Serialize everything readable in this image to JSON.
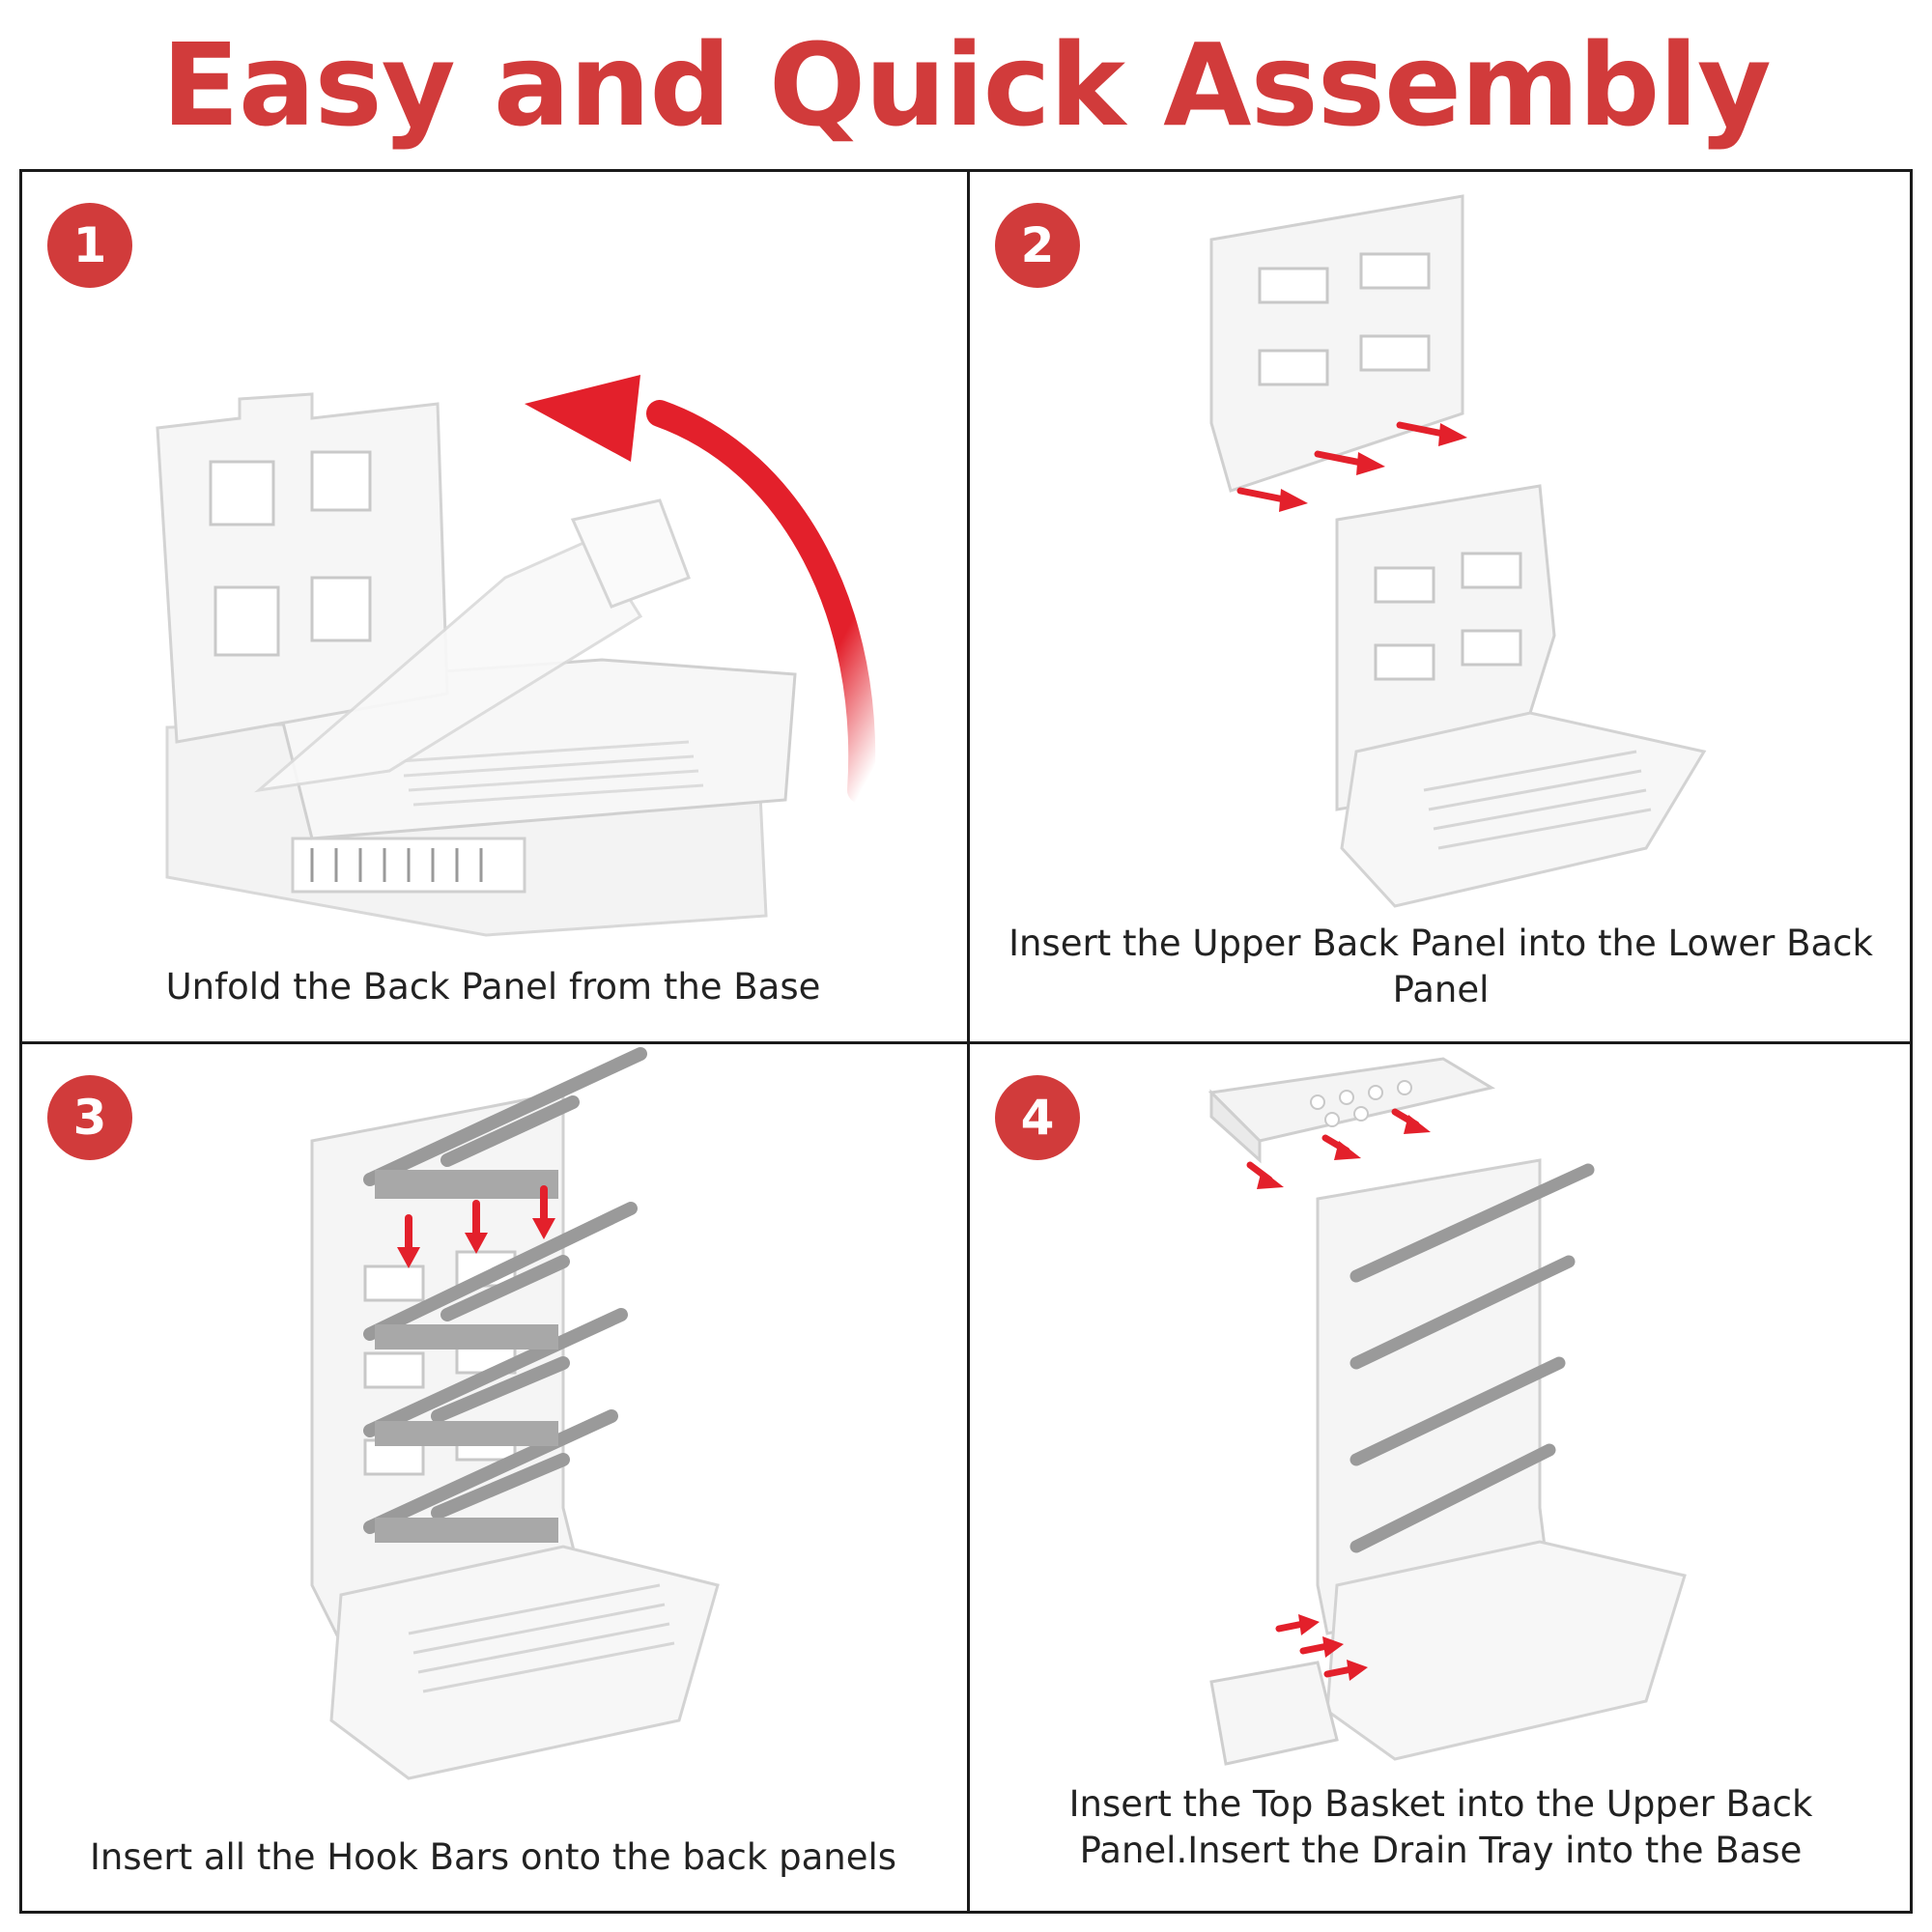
{
  "title": "Easy and Quick Assembly",
  "colors": {
    "accent": "#d13b3b",
    "border": "#1a1a1a",
    "plastic": "#f4f4f4",
    "bars": "#9a9a9a"
  },
  "steps": [
    {
      "number": "1",
      "caption": "Unfold the Back Panel from the Base",
      "icon": "unfold-arrow-icon"
    },
    {
      "number": "2",
      "caption": "Insert the Upper Back Panel into the Lower Back Panel",
      "icon": "insert-arrows-icon"
    },
    {
      "number": "3",
      "caption": "Insert all the Hook Bars onto the back panels",
      "icon": "down-arrows-icon"
    },
    {
      "number": "4",
      "caption": "Insert the Top Basket into the Upper Back Panel.Insert the Drain Tray into the Base",
      "icon": "insert-arrows-icon"
    }
  ]
}
